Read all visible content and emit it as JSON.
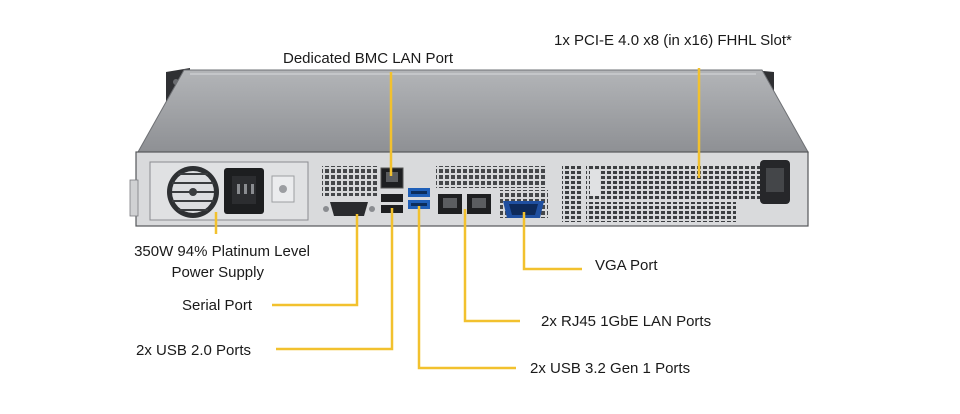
{
  "colors": {
    "leader": "#f2c12e",
    "chassis_top": "#9a9ca0",
    "chassis_panel": "#d9dadc",
    "chassis_dark": "#3d3f42"
  },
  "labels": {
    "pcie": "1x PCI-E 4.0 x8 (in x16) FHHL Slot*",
    "bmc": "Dedicated BMC LAN Port",
    "psu_line1": "350W 94% Platinum  Level",
    "psu_line2": "Power Supply",
    "serial": "Serial Port",
    "usb2": "2x USB 2.0 Ports",
    "vga": "VGA Port",
    "rj45": "2x RJ45 1GbE LAN Ports",
    "usb3": "2x USB 3.2 Gen 1 Ports"
  },
  "components": [
    {
      "id": "psu",
      "icon": "power-supply-icon"
    },
    {
      "id": "serial",
      "icon": "serial-port-icon"
    },
    {
      "id": "usb2",
      "icon": "usb-icon"
    },
    {
      "id": "usb3",
      "icon": "usb3-icon"
    },
    {
      "id": "bmc",
      "icon": "rj45-icon"
    },
    {
      "id": "rj45",
      "icon": "rj45-icon"
    },
    {
      "id": "vga",
      "icon": "vga-port-icon"
    },
    {
      "id": "pcie",
      "icon": "pcie-slot-icon"
    }
  ]
}
